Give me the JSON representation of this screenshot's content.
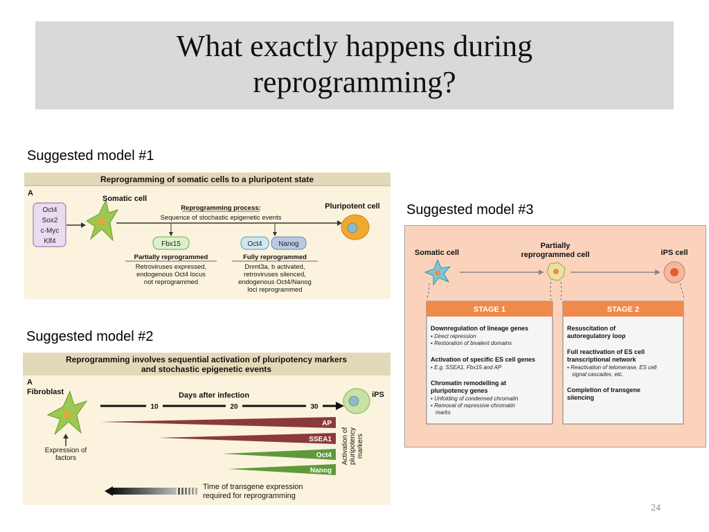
{
  "slide": {
    "title_line1": "What exactly happens during",
    "title_line2": "reprogramming?",
    "page_number": "24"
  },
  "model1": {
    "caption": "Suggested model #1",
    "header": "Reprogramming of somatic cells to a pluripotent state",
    "panel_letter": "A",
    "factors": [
      "Oct4",
      "Sox2",
      "c-Myc",
      "Klf4"
    ],
    "somatic_label": "Somatic cell",
    "pluripotent_label": "Pluripotent cell",
    "process_title": "Reprogramming process:",
    "process_sub": "Sequence of stochastic epigenetic events",
    "marker_fbx": "Fbx15",
    "marker_oct4": "Oct4",
    "marker_nanog": "Nanog",
    "partial_title": "Partially reprogrammed",
    "partial_lines": [
      "Retroviruses expressed,",
      "endogenous Oct4 locus",
      "not reprogrammed"
    ],
    "full_title": "Fully reprogrammed",
    "full_lines": [
      "Dnmt3a, b activated,",
      "retroviruses silenced,",
      "endogenous Oct4/Nanog",
      "loci reprogrammed"
    ]
  },
  "model2": {
    "caption": "Suggested model #2",
    "header_line1": "Reprogramming involves sequential activation of pluripotency markers",
    "header_line2": "and stochastic epigenetic events",
    "panel_letter": "A",
    "fibroblast_label": "Fibroblast",
    "ips_label": "iPS",
    "days_label": "Days after infection",
    "day_ticks": [
      "10",
      "20",
      "30"
    ],
    "markers": [
      "AP",
      "SSEA1",
      "Oct4",
      "Nanog"
    ],
    "activation_line1": "Activation of",
    "activation_line2": "pluripotency",
    "activation_line3": "markers",
    "expression_line1": "Expression of",
    "expression_line2": "factors",
    "transgene_line1": "Time of transgene expression",
    "transgene_line2": "required for reprogramming"
  },
  "model3": {
    "caption": "Suggested model #3",
    "somatic_label": "Somatic cell",
    "partial_line1": "Partially",
    "partial_line2": "reprogrammed cell",
    "ips_label": "iPS cell",
    "stage1_title": "STAGE 1",
    "stage2_title": "STAGE 2",
    "s1_h1": "Downregulation of lineage genes",
    "s1_b1": "Direct repression",
    "s1_b2": "Restoration of bivalent domains",
    "s1_h2": "Activation of specific ES cell genes",
    "s1_b3": "E.g. SSEA1, Fbx15 and AP",
    "s1_h3a": "Chromatin remodelling at",
    "s1_h3b": "pluripotency genes",
    "s1_b4": "Unfolding of condensed chromatin",
    "s1_b5a": "Removal of repressive chromatin",
    "s1_b5b": "marks",
    "s2_h1a": "Resuscitation of",
    "s2_h1b": "autoregulatory loop",
    "s2_h2a": "Full reactivation of  ES cell",
    "s2_h2b": "transcriptional network",
    "s2_b1a": "Reactivation of telomerase, ES cell",
    "s2_b1b": "signal cascades, etc.",
    "s2_h3a": "Completion of transgene",
    "s2_h3b": "silencing"
  },
  "colors": {
    "title_bg": "#d9d9d9",
    "panel_bg": "#fbf3dd",
    "header_bg": "#e3d9b9",
    "model3_bg": "#fbd3bd",
    "stage_header": "#f08a4b",
    "cell_green": "#9cc84f",
    "ips_orange": "#f0a830",
    "bar_red": "#8b3a3a",
    "bar_green": "#5f9a3a"
  }
}
